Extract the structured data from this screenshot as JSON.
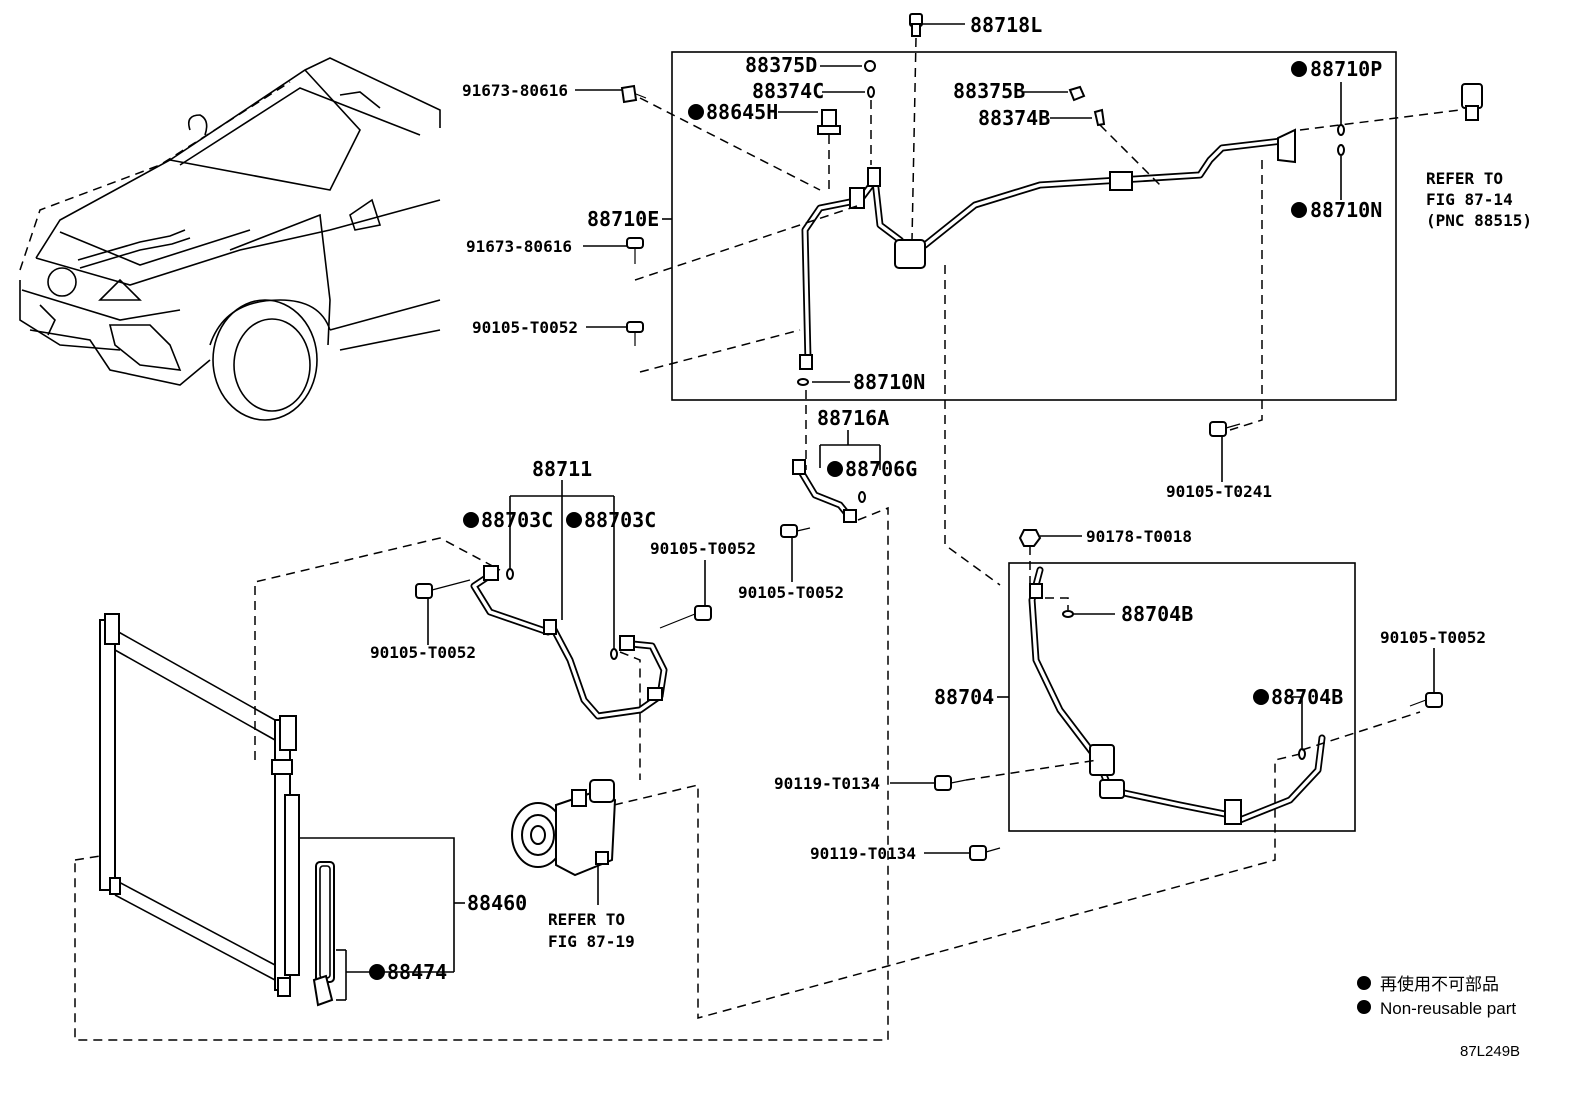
{
  "labels": {
    "p88718L": "88718L",
    "p91673a": "91673-80616",
    "p88375D": "88375D",
    "p88374C": "88374C",
    "p88645H": "88645H",
    "p88375B": "88375B",
    "p88374B": "88374B",
    "p88710P": "88710P",
    "p88710E": "88710E",
    "p91673b": "91673-80616",
    "p88710N_top": "88710N",
    "p90105_T0052_a": "90105-T0052",
    "p88710N_bottom": "88710N",
    "p88716A": "88716A",
    "p88706G": "88706G",
    "p90105_T0241": "90105-T0241",
    "p88711": "88711",
    "p88703C_left": "88703C",
    "p88703C_right": "88703C",
    "p90105_T0052_b": "90105-T0052",
    "p90105_T0052_c": "90105-T0052",
    "p90105_T0052_d": "90105-T0052",
    "p90178_T0018": "90178-T0018",
    "p88704B_top": "88704B",
    "p90105_T0052_e": "90105-T0052",
    "p88704": "88704",
    "p88704B_right": "88704B",
    "p90119_T0134_a": "90119-T0134",
    "p90119_T0134_b": "90119-T0134",
    "p88460": "88460",
    "p88474": "88474"
  },
  "references": {
    "fig8714_line1": "REFER TO",
    "fig8714_line2": "FIG 87-14",
    "fig8714_line3": "(PNC 88515)",
    "fig8719_line1": "REFER TO",
    "fig8719_line2": "FIG 87-19"
  },
  "legend": {
    "japanese": "再使用不可部品",
    "english": "Non-reusable part"
  },
  "diagram_code": "87L249B"
}
